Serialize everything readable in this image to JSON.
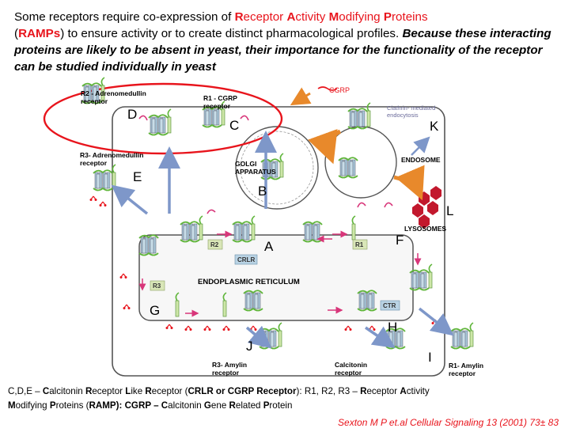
{
  "intro": {
    "p1": "Some receptors require co-expression of ",
    "r1": "R",
    "r1b": "eceptor ",
    "a1": "A",
    "a1b": "ctivity ",
    "m1": "M",
    "m1b": "odifying ",
    "p1b": "P",
    "p1c": "roteins",
    "paren_open": "(",
    "ramps": "RAMPs",
    "p2": ") to ensure activity or to create distinct pharmacological profiles. ",
    "emph": "Because these interacting proteins are likely to be absent in yeast, their importance for the functionality of the receptor can be studied individually in yeast"
  },
  "diagram": {
    "letters": [
      "D",
      "C",
      "K",
      "E",
      "B",
      "L",
      "A",
      "F",
      "G",
      "H",
      "J",
      "I"
    ],
    "labels": {
      "r2_adm": "R2 - Adrenomedullin receptor",
      "r2_adm_l1": "R2 - Adrenomedullin",
      "r2_adm_l2": "receptor",
      "r1_cgrp_l1": "R1 - CGRP",
      "r1_cgrp_l2": "receptor",
      "cgrp": "CGRP",
      "clathrin_l1": "Clathrin- mediated",
      "clathrin_l2": "endocytosis",
      "r3_adm_l1": "R3- Adrenomedullin",
      "r3_adm_l2": "receptor",
      "golgi_l1": "GOLGI",
      "golgi_l2": "APPARATUS",
      "endosome": "ENDOSOME",
      "lysosomes": "LYSOSOMES",
      "er": "ENDOPLASMIC RETICULUM",
      "crlr": "CRLR",
      "r1": "R1",
      "r2": "R2",
      "r3": "R3",
      "ctr": "CTR",
      "r3_amylin_l1": "R3- Amylin",
      "r3_amylin_l2": "receptor",
      "calcitonin_l1": "Calcitonin",
      "calcitonin_l2": "receptor",
      "r1_amylin_l1": "R1- Amylin",
      "r1_amylin_l2": "receptor"
    }
  },
  "footer": {
    "l1_a": "C,D,E – ",
    "c": "C",
    "c_b": "alcitonin ",
    "r": "R",
    "r_b": "eceptor ",
    "l": "L",
    "l_b": "ike ",
    "r2": "R",
    "r2_b": "eceptor (",
    "crlr": "CRLR or CGRP Receptor",
    "l1_c": "): R1, R2, R3 – ",
    "r3": "R",
    "r3_b": "eceptor ",
    "a": "A",
    "a_b": "ctivity",
    "m": "M",
    "m_b": "odifying ",
    "p": "P",
    "p_b": "roteins (",
    "ramp": "RAMP): CGRP – ",
    "c2": "C",
    "c2_b": "alcitonin ",
    "g": "G",
    "g_b": "ene ",
    "r4": "R",
    "r4_b": "elated ",
    "p2": "P",
    "p2_b": "rotein"
  },
  "citation": "Sexton M P et.al Cellular Signaling 13 (2001) 73± 83",
  "colors": {
    "accent_red": "#e8141c",
    "receptor_blue": "#a9c8da",
    "ramp_green": "#5fb53a",
    "arrow_blue": "#7e97c9",
    "lysosome": "#c2182d"
  }
}
